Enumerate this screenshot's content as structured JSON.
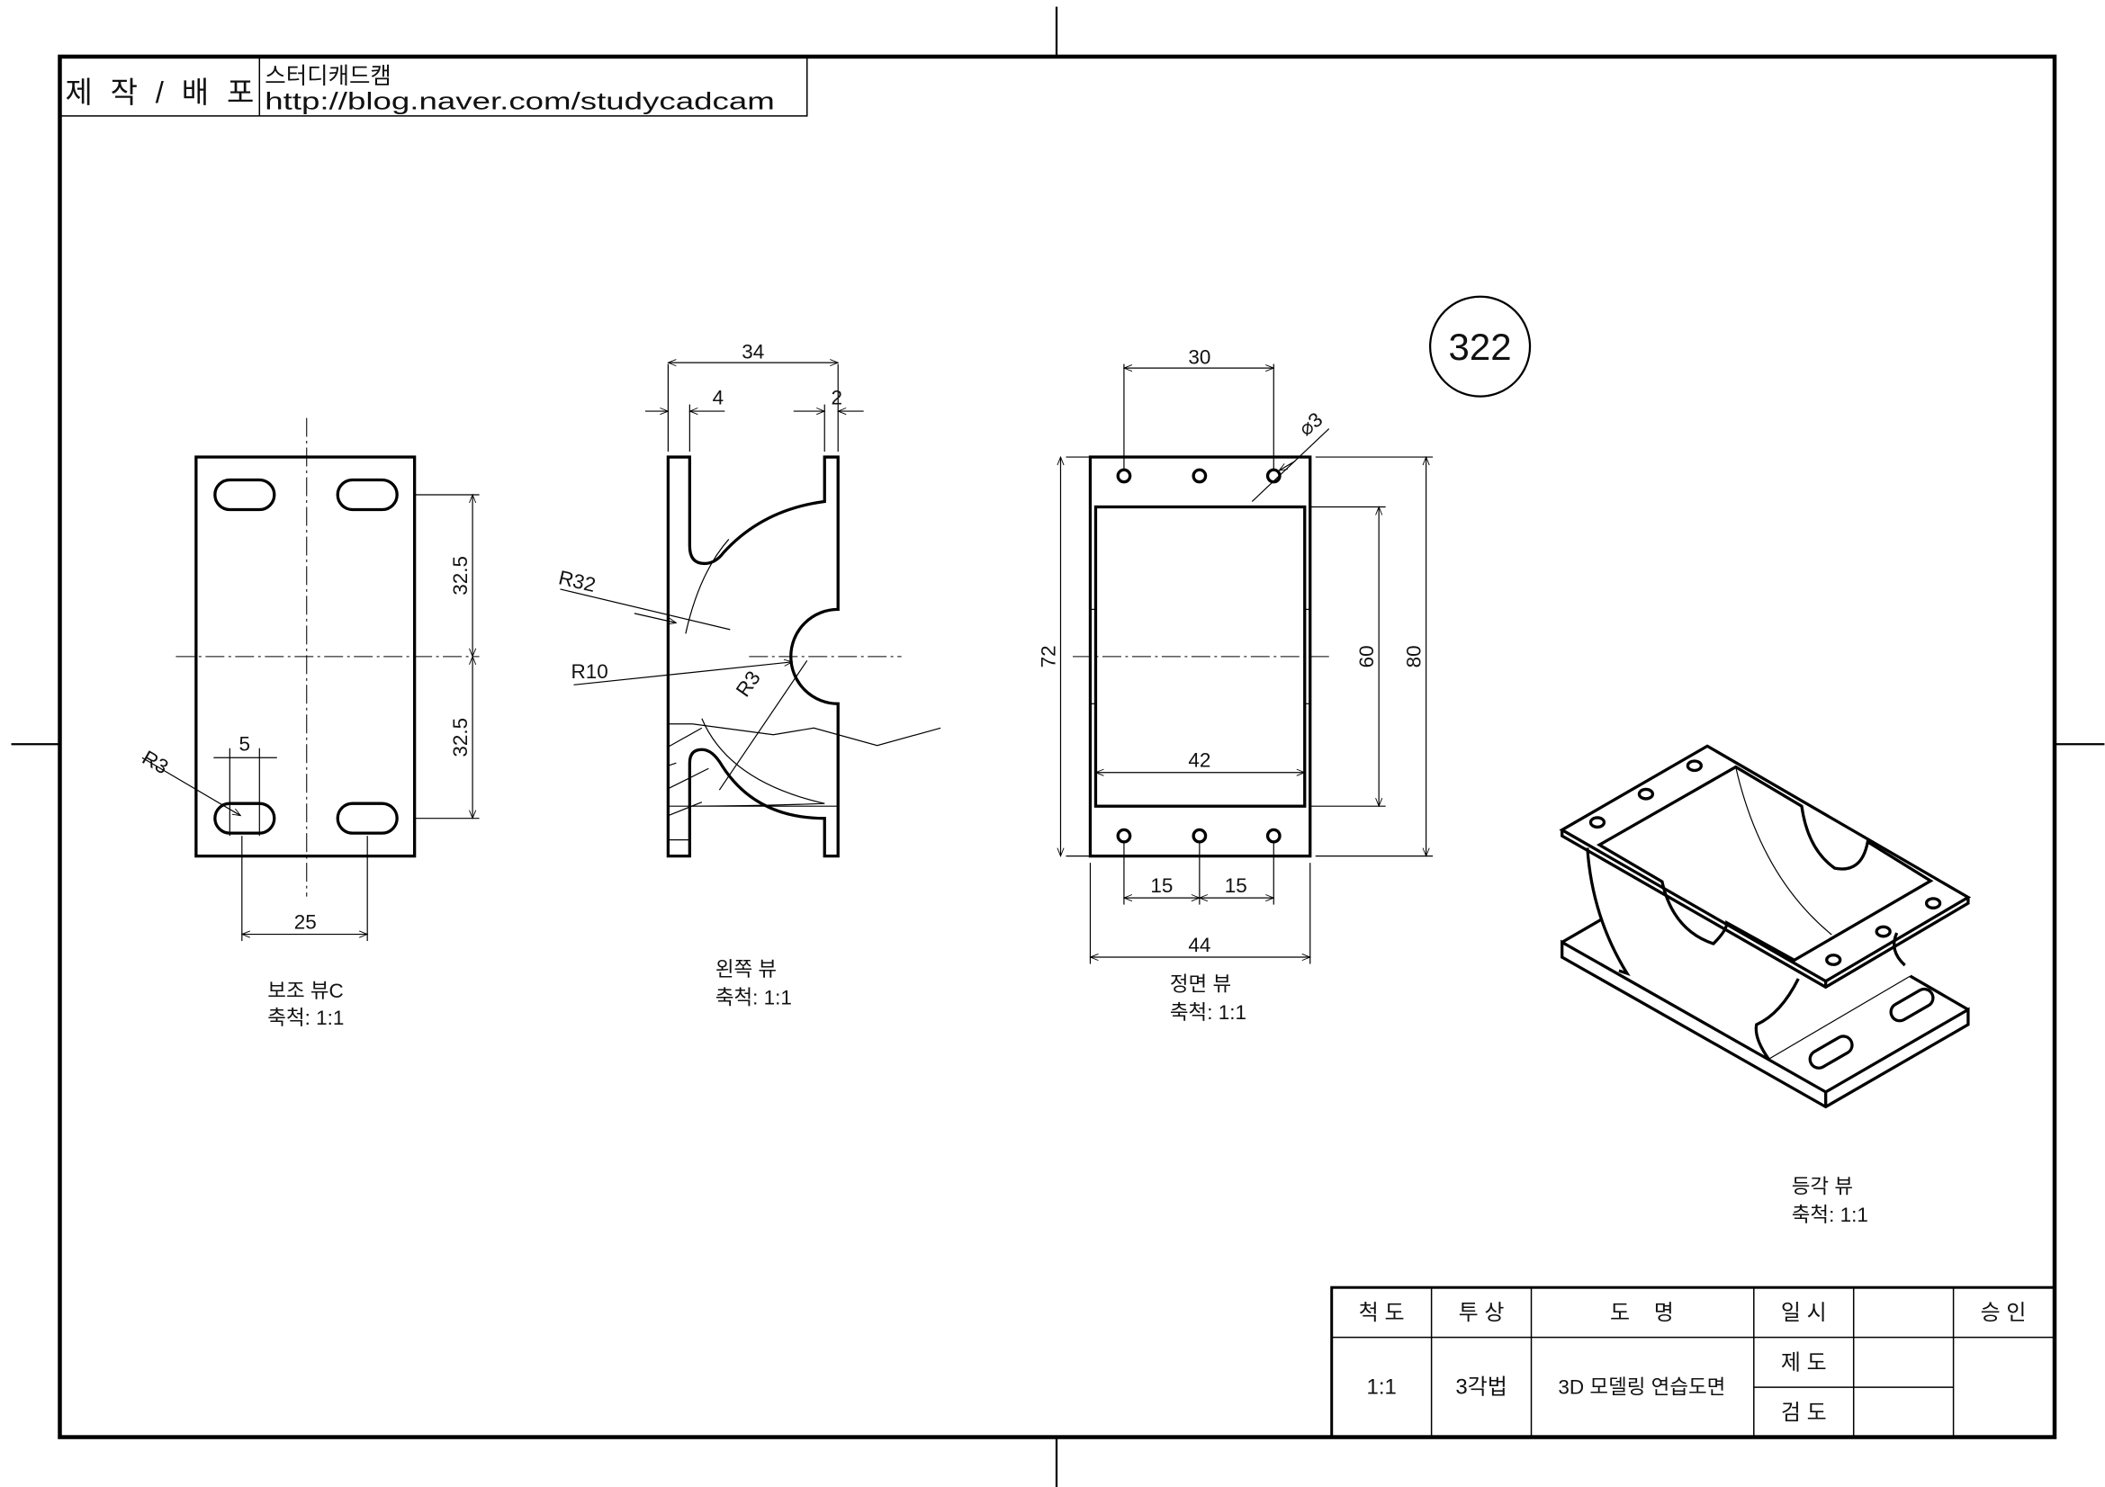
{
  "header": {
    "label": "제 작 / 배 포",
    "author": "스터디캐드캠",
    "url": "http://blog.naver.com/studycadcam"
  },
  "badge": "322",
  "views": {
    "aux": {
      "title": "보조 뷰C",
      "scale": "축척: 1:1",
      "dims": {
        "d1": "32.5",
        "d2": "32.5",
        "w": "5",
        "pitch": "25",
        "r": "R3"
      }
    },
    "left": {
      "title": "왼쪽 뷰",
      "scale": "축척: 1:1",
      "dims": {
        "width": "34",
        "t1": "4",
        "t2": "2",
        "r1": "R32",
        "r2": "R10",
        "r3": "R3"
      }
    },
    "front": {
      "title": "정면 뷰",
      "scale": "축척: 1:1",
      "dims": {
        "top": "30",
        "hole": "⌀3",
        "h72": "72",
        "h60": "60",
        "h80": "80",
        "w42": "42",
        "p1": "15",
        "p2": "15",
        "w44": "44"
      }
    },
    "iso": {
      "title": "등각 뷰",
      "scale": "축척: 1:1"
    }
  },
  "title_block": {
    "headers": [
      "척 도",
      "투 상",
      "도    명",
      "일 시",
      "",
      "승 인"
    ],
    "scale": "1:1",
    "projection": "3각법",
    "drawing_name": "3D 모델링 연습도면",
    "drafted": "제 도",
    "checked": "검 도"
  }
}
